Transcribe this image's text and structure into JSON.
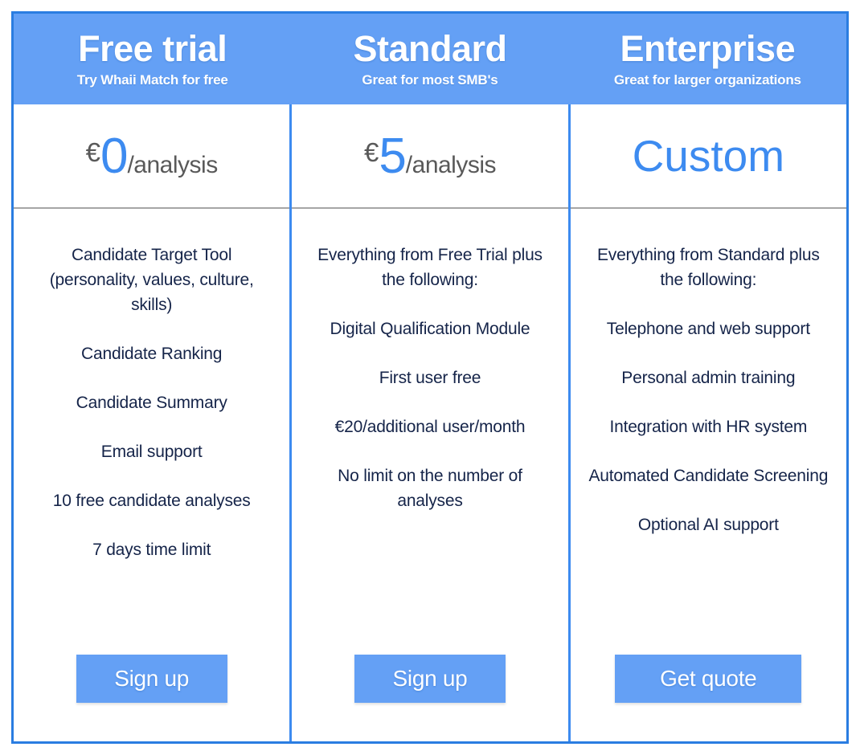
{
  "card": {
    "accent_blue": "#64a0f5",
    "border_blue": "#2a7de1",
    "divider_blue": "#3d8bf0",
    "divider_grey": "#a6a6a6",
    "feature_text_color": "#152449"
  },
  "plans": [
    {
      "title": "Free trial",
      "subtitle": "Try Whaii Match for free",
      "price": {
        "currency": "€",
        "amount": "0",
        "unit": "/analysis",
        "custom": ""
      },
      "features": [
        "Candidate Target Tool (personality, values, culture, skills)",
        "Candidate Ranking",
        "Candidate Summary",
        "Email support",
        "10 free candidate analyses",
        "7 days time limit"
      ],
      "cta": "Sign up"
    },
    {
      "title": "Standard",
      "subtitle": "Great for most SMB's",
      "price": {
        "currency": "€",
        "amount": "5",
        "unit": "/analysis",
        "custom": ""
      },
      "features": [
        "Everything from Free Trial plus the following:",
        "Digital Qualification Module",
        "First user free",
        "€20/additional user/month",
        "No limit on the number of analyses"
      ],
      "cta": "Sign up"
    },
    {
      "title": "Enterprise",
      "subtitle": "Great for larger organizations",
      "price": {
        "currency": "",
        "amount": "",
        "unit": "",
        "custom": "Custom"
      },
      "features": [
        "Everything from Standard plus the following:",
        "Telephone and web support",
        "Personal admin training",
        "Integration with HR system",
        "Automated Candidate Screening",
        "Optional AI support"
      ],
      "cta": "Get quote"
    }
  ]
}
